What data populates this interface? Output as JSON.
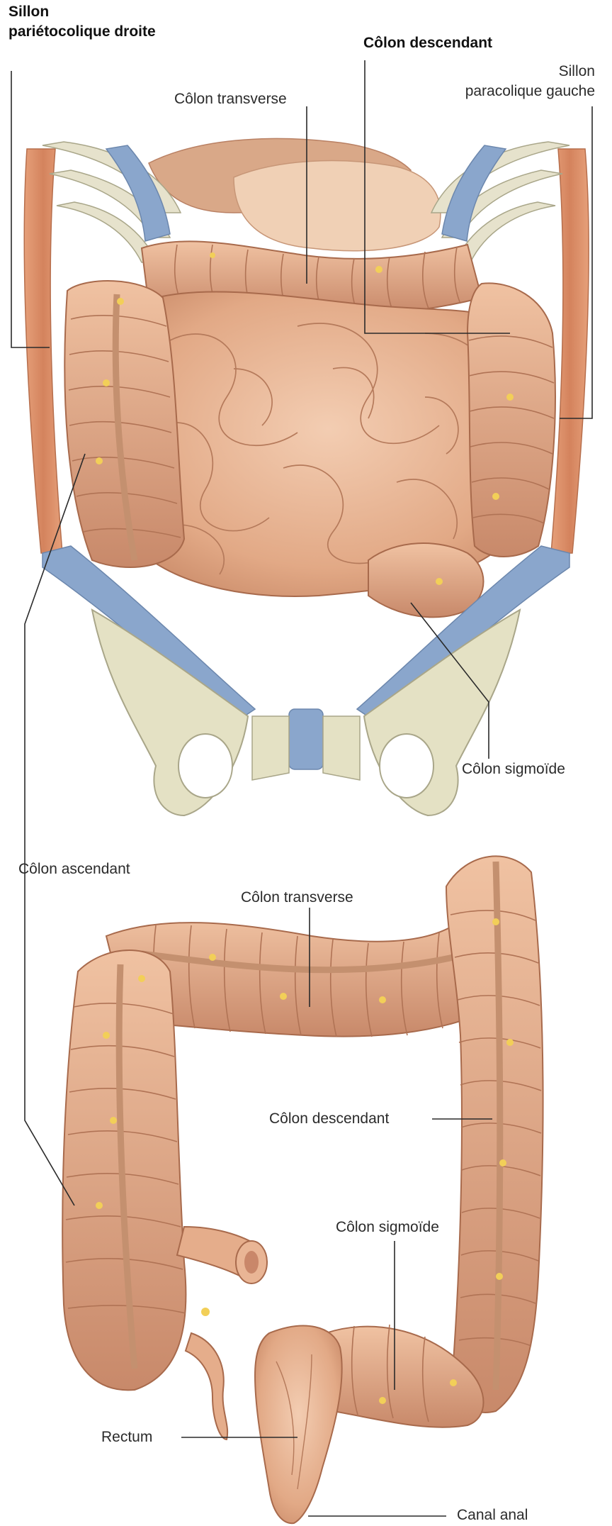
{
  "labels": {
    "sillon_droit_1": "Sillon",
    "sillon_droit_2": "pariétocolique droite",
    "colon_descendant_top": "Côlon descendant",
    "sillon_gauche_1": "Sillon",
    "sillon_gauche_2": "paracolique gauche",
    "colon_transverse_top": "Côlon transverse",
    "colon_sigmoide_top": "Côlon sigmoïde",
    "colon_ascendant": "Côlon ascendant",
    "colon_transverse_bottom": "Côlon transverse",
    "colon_descendant_bottom": "Côlon descendant",
    "colon_sigmoide_bottom": "Côlon sigmoïde",
    "rectum": "Rectum",
    "canal_anal": "Canal anal"
  },
  "colors": {
    "tissue": "#e2a986",
    "tissue_dark": "#b8795a",
    "tissue_light": "#f0c6a8",
    "cartilage_blue": "#8aa6cc",
    "bone": "#e4e1c4",
    "muscle": "#d98b62",
    "fat": "#f2cf58",
    "leader_line": "#2a2a2a"
  }
}
